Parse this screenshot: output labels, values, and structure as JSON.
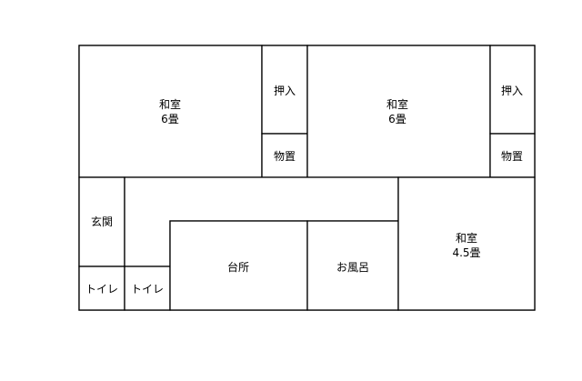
{
  "rooms": {
    "washitsu_left": {
      "name": "和室",
      "size": "6畳"
    },
    "oshiire_left": "押入",
    "monooki_left": "物置",
    "washitsu_center": {
      "name": "和室",
      "size": "6畳"
    },
    "oshiire_right": "押入",
    "monooki_right": "物置",
    "genkan": "玄関",
    "toilet_1": "トイレ",
    "toilet_2": "トイレ",
    "daidokoro": "台所",
    "ofuro": "お風呂",
    "washitsu_right": {
      "name": "和室",
      "size": "4.5畳"
    }
  }
}
